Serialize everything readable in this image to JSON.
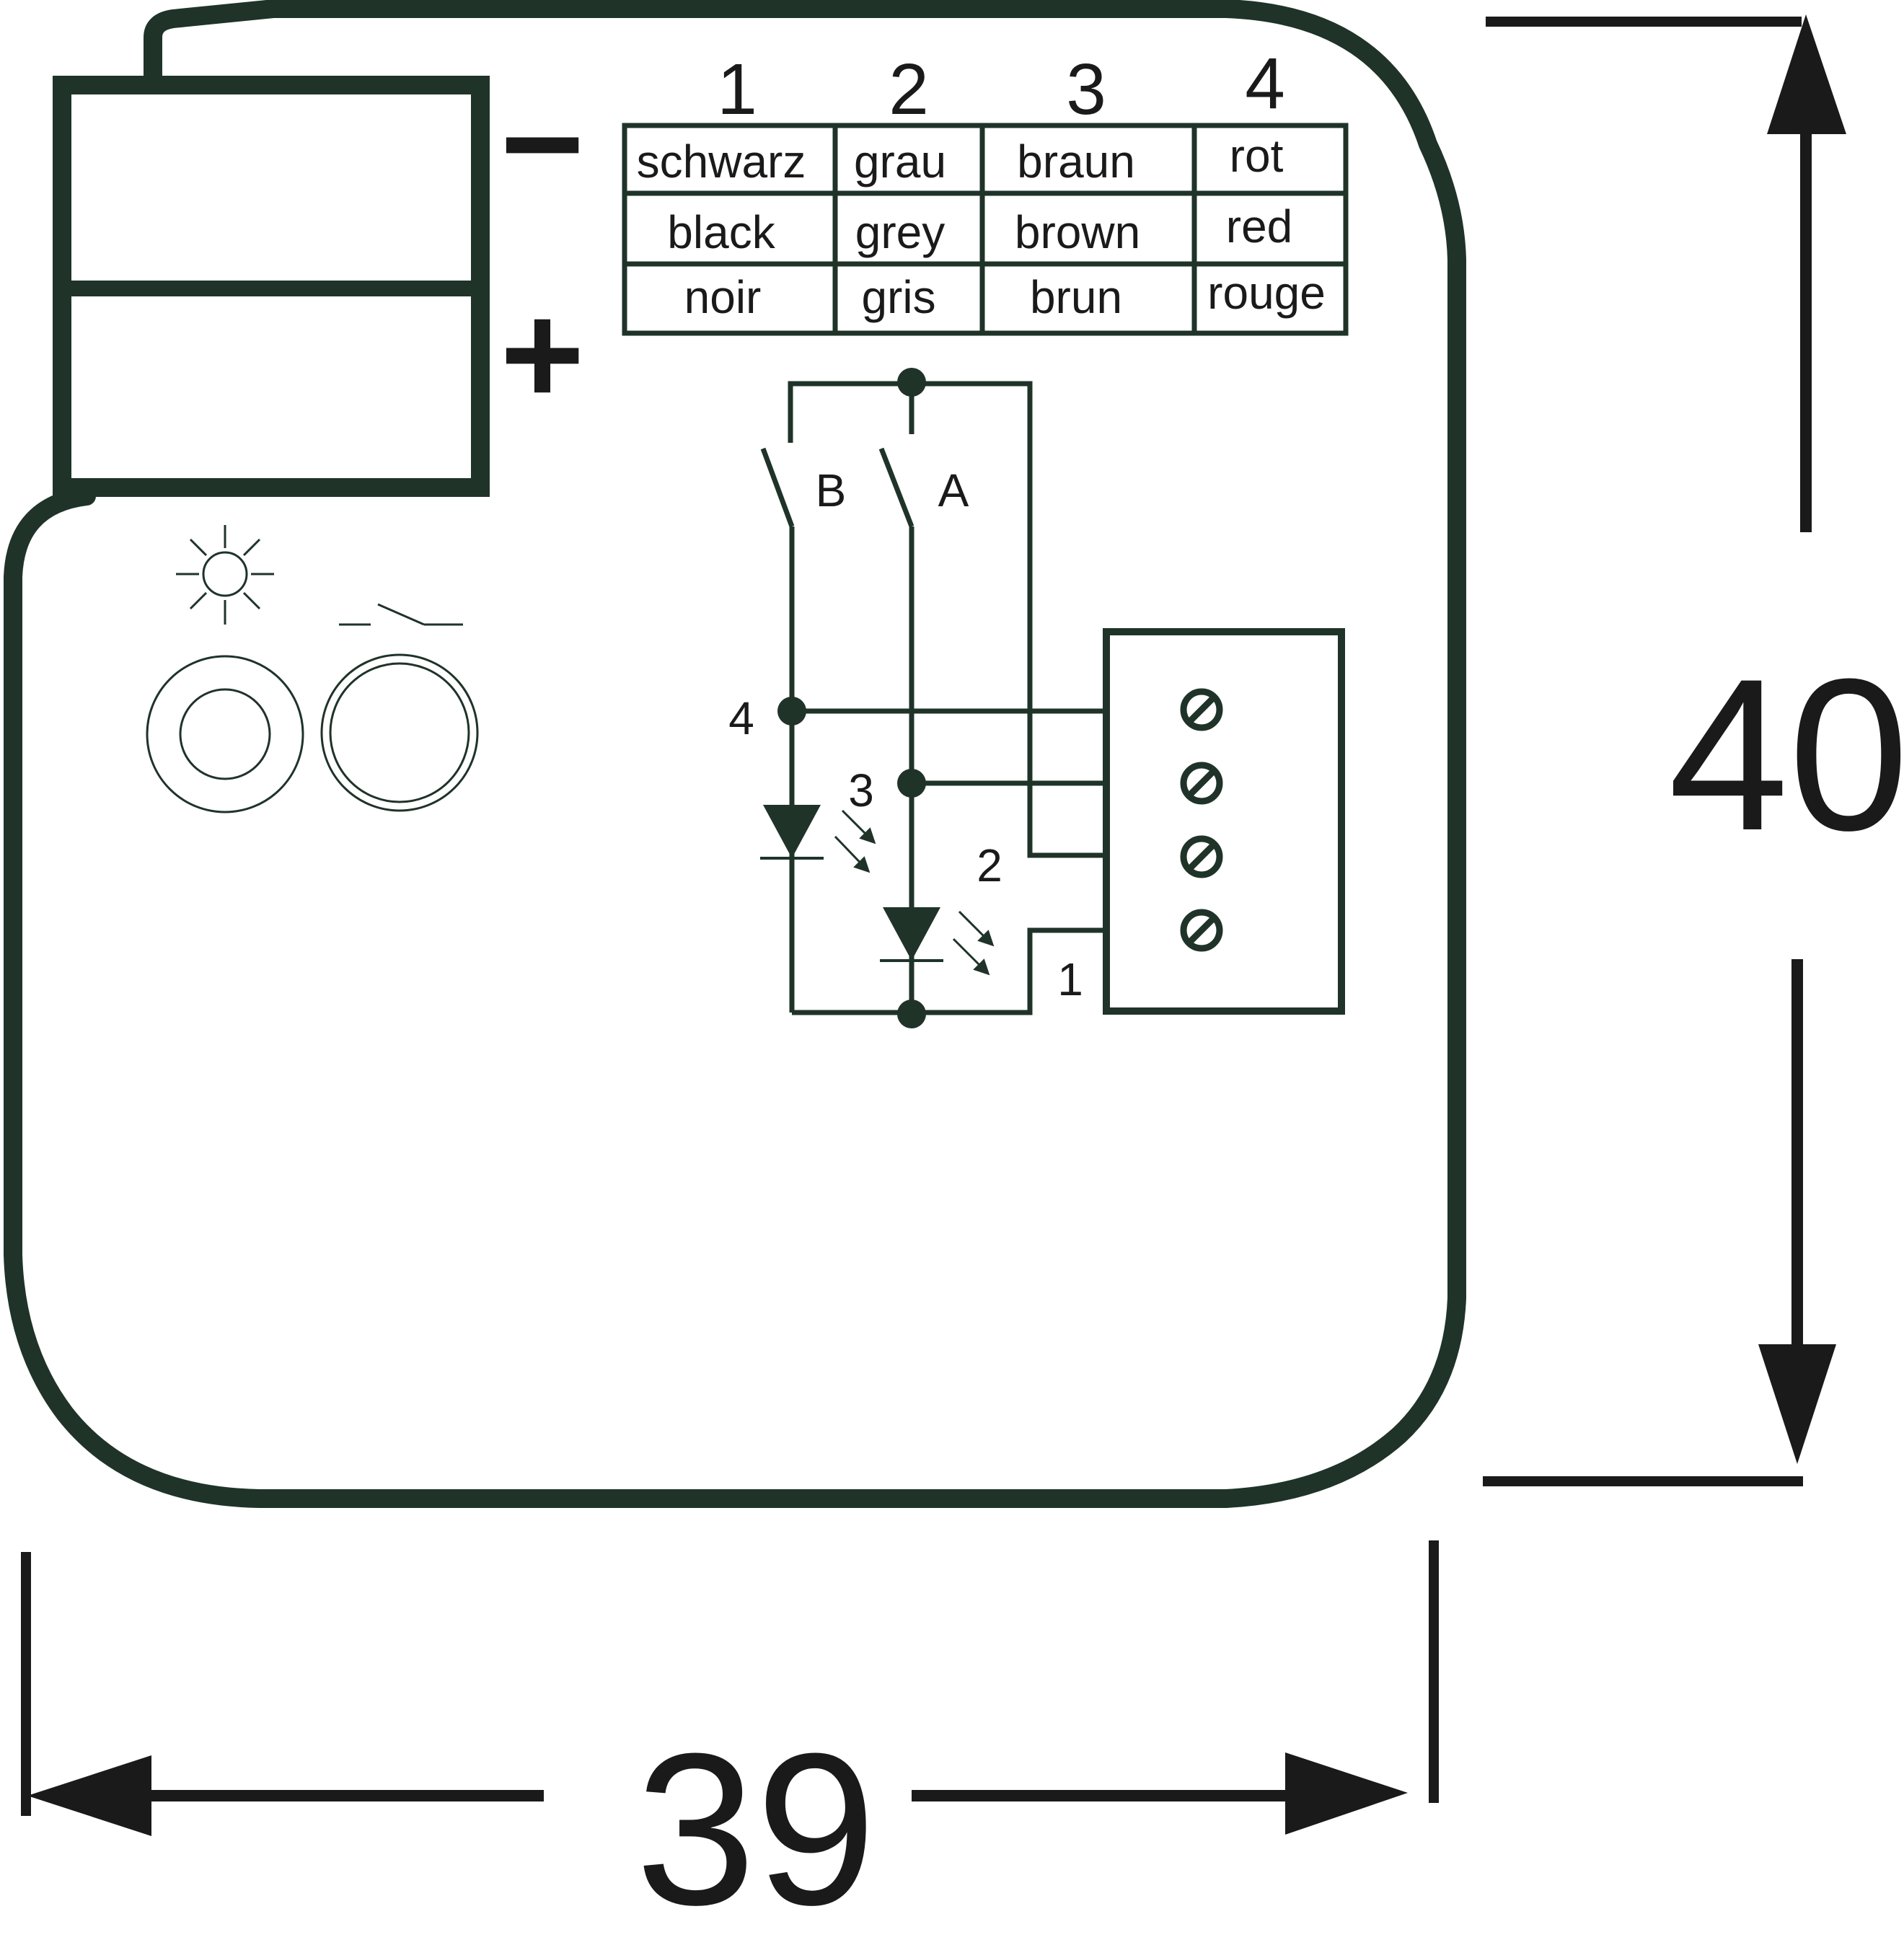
{
  "polarity": {
    "minus": "−",
    "plus": "+"
  },
  "wire_table": {
    "columns": [
      {
        "number": "1",
        "de": "schwarz",
        "en": "black",
        "fr": "noir"
      },
      {
        "number": "2",
        "de": "grau",
        "en": "grey",
        "fr": "gris"
      },
      {
        "number": "3",
        "de": "braun",
        "en": "brown",
        "fr": "brun"
      },
      {
        "number": "4",
        "de": "rot",
        "en": "red",
        "fr": "rouge"
      }
    ]
  },
  "circuit": {
    "switches": {
      "a": "A",
      "b": "B"
    },
    "nodes": {
      "n1": "1",
      "n2": "2",
      "n3": "3",
      "n4": "4"
    }
  },
  "dimensions": {
    "width": "39",
    "height": "40"
  },
  "icons": [
    "light-icon",
    "switch-icon",
    "led-ring-icon",
    "button-ring-icon",
    "terminal-screw-icon",
    "led-diode-icon",
    "dimension-arrow-icon"
  ],
  "colors": {
    "outline": "#1f3329",
    "dimension": "#1a1a1a"
  }
}
